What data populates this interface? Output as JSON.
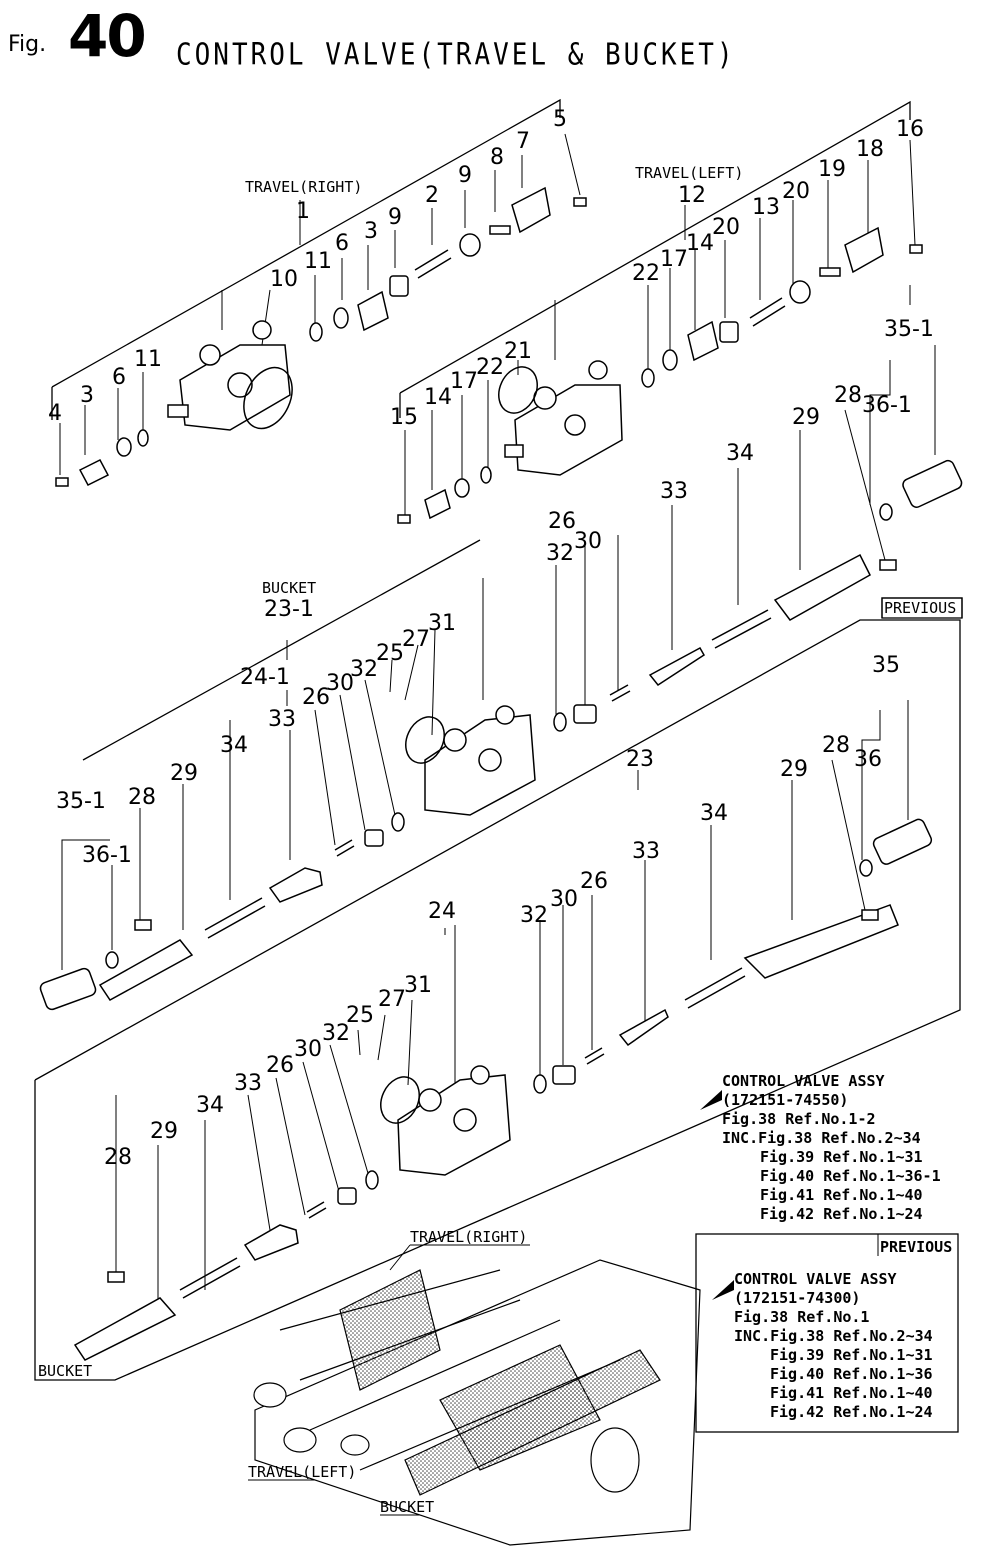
{
  "header": {
    "fig_label": "Fig.",
    "fig_number": "40",
    "title": "CONTROL VALVE(TRAVEL & BUCKET)"
  },
  "labels": {
    "travel_right": "TRAVEL(RIGHT)",
    "travel_left": "TRAVEL(LEFT)",
    "bucket": "BUCKET",
    "previous": "PREVIOUS",
    "travel_right_lower": "TRAVEL(RIGHT)",
    "travel_left_lower": "TRAVEL(LEFT)",
    "bucket_lower": "BUCKET",
    "bucket_frame": "BUCKET"
  },
  "callouts": {
    "travel_right": [
      {
        "n": "1"
      },
      {
        "n": "2"
      },
      {
        "n": "3"
      },
      {
        "n": "3"
      },
      {
        "n": "4"
      },
      {
        "n": "5"
      },
      {
        "n": "6"
      },
      {
        "n": "6"
      },
      {
        "n": "7"
      },
      {
        "n": "8"
      },
      {
        "n": "9"
      },
      {
        "n": "9"
      },
      {
        "n": "10"
      },
      {
        "n": "11"
      },
      {
        "n": "11"
      }
    ],
    "travel_left": [
      {
        "n": "12"
      },
      {
        "n": "13"
      },
      {
        "n": "14"
      },
      {
        "n": "14"
      },
      {
        "n": "15"
      },
      {
        "n": "16"
      },
      {
        "n": "17"
      },
      {
        "n": "17"
      },
      {
        "n": "18"
      },
      {
        "n": "19"
      },
      {
        "n": "20"
      },
      {
        "n": "20"
      },
      {
        "n": "21"
      },
      {
        "n": "22"
      },
      {
        "n": "22"
      }
    ],
    "bucket_upper": [
      {
        "n": "23-1"
      },
      {
        "n": "24-1"
      },
      {
        "n": "25"
      },
      {
        "n": "26"
      },
      {
        "n": "26"
      },
      {
        "n": "27"
      },
      {
        "n": "28"
      },
      {
        "n": "28"
      },
      {
        "n": "29"
      },
      {
        "n": "29"
      },
      {
        "n": "30"
      },
      {
        "n": "30"
      },
      {
        "n": "31"
      },
      {
        "n": "32"
      },
      {
        "n": "32"
      },
      {
        "n": "33"
      },
      {
        "n": "33"
      },
      {
        "n": "34"
      },
      {
        "n": "34"
      },
      {
        "n": "35-1"
      },
      {
        "n": "35-1"
      },
      {
        "n": "36-1"
      },
      {
        "n": "36-1"
      }
    ],
    "bucket_lower": [
      {
        "n": "23"
      },
      {
        "n": "24"
      },
      {
        "n": "25"
      },
      {
        "n": "26"
      },
      {
        "n": "26"
      },
      {
        "n": "27"
      },
      {
        "n": "28"
      },
      {
        "n": "28"
      },
      {
        "n": "29"
      },
      {
        "n": "29"
      },
      {
        "n": "30"
      },
      {
        "n": "30"
      },
      {
        "n": "31"
      },
      {
        "n": "32"
      },
      {
        "n": "32"
      },
      {
        "n": "33"
      },
      {
        "n": "33"
      },
      {
        "n": "34"
      },
      {
        "n": "34"
      },
      {
        "n": "35"
      },
      {
        "n": "36"
      }
    ]
  },
  "notes": {
    "current": {
      "title": "CONTROL VALVE ASSY",
      "part": "(172151-74550)",
      "lines": [
        "Fig.38 Ref.No.1-2",
        "INC.Fig.38 Ref.No.2~34",
        "Fig.39 Ref.No.1~31",
        "Fig.40 Ref.No.1~36-1",
        "Fig.41 Ref.No.1~40",
        "Fig.42 Ref.No.1~24"
      ]
    },
    "previous": {
      "tag": "PREVIOUS",
      "title": "CONTROL VALVE ASSY",
      "part": "(172151-74300)",
      "lines": [
        "Fig.38 Ref.No.1",
        "INC.Fig.38 Ref.No.2~34",
        "Fig.39 Ref.No.1~31",
        "Fig.40 Ref.No.1~36",
        "Fig.41 Ref.No.1~40",
        "Fig.42 Ref.No.1~24"
      ]
    }
  },
  "colors": {
    "ink": "#000000",
    "paper": "#ffffff",
    "shade": "#8a8a8a"
  }
}
